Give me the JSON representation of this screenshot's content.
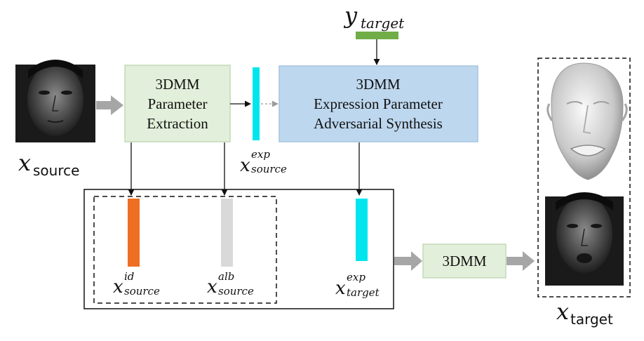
{
  "blocks": {
    "param_extraction": [
      "3DMM",
      "Parameter",
      "Extraction"
    ],
    "adversarial_synthesis": [
      "3DMM",
      "Expression Parameter",
      "Adversarial Synthesis"
    ],
    "renderer": "3DMM"
  },
  "labels": {
    "y_target": {
      "main": "y",
      "sub": "target"
    },
    "x_source": {
      "main": "x",
      "sub": "source"
    },
    "x_target": {
      "main": "x",
      "sub": "target"
    },
    "x_exp_source": {
      "main": "x",
      "sup": "exp",
      "sub": "source"
    },
    "x_id_source": {
      "main": "x",
      "sup": "id",
      "sub": "source"
    },
    "x_alb_source": {
      "main": "x",
      "sup": "alb",
      "sub": "source"
    },
    "x_exp_target": {
      "main": "x",
      "sup": "exp",
      "sub": "target"
    }
  },
  "colors": {
    "green_box": "#e2efda",
    "green_border": "#c5d9b8",
    "blue_box": "#bdd7ee",
    "blue_border": "#a6c4e0",
    "cyan_bar": "#00e5ee",
    "orange_bar": "#ee6f22",
    "gray_bar": "#d9d9d9",
    "y_bar": "#70ad47",
    "gray_arrow": "#a6a6a6"
  },
  "icons": [
    "source-face-photo",
    "target-face-3d-mesh",
    "target-face-photo"
  ]
}
